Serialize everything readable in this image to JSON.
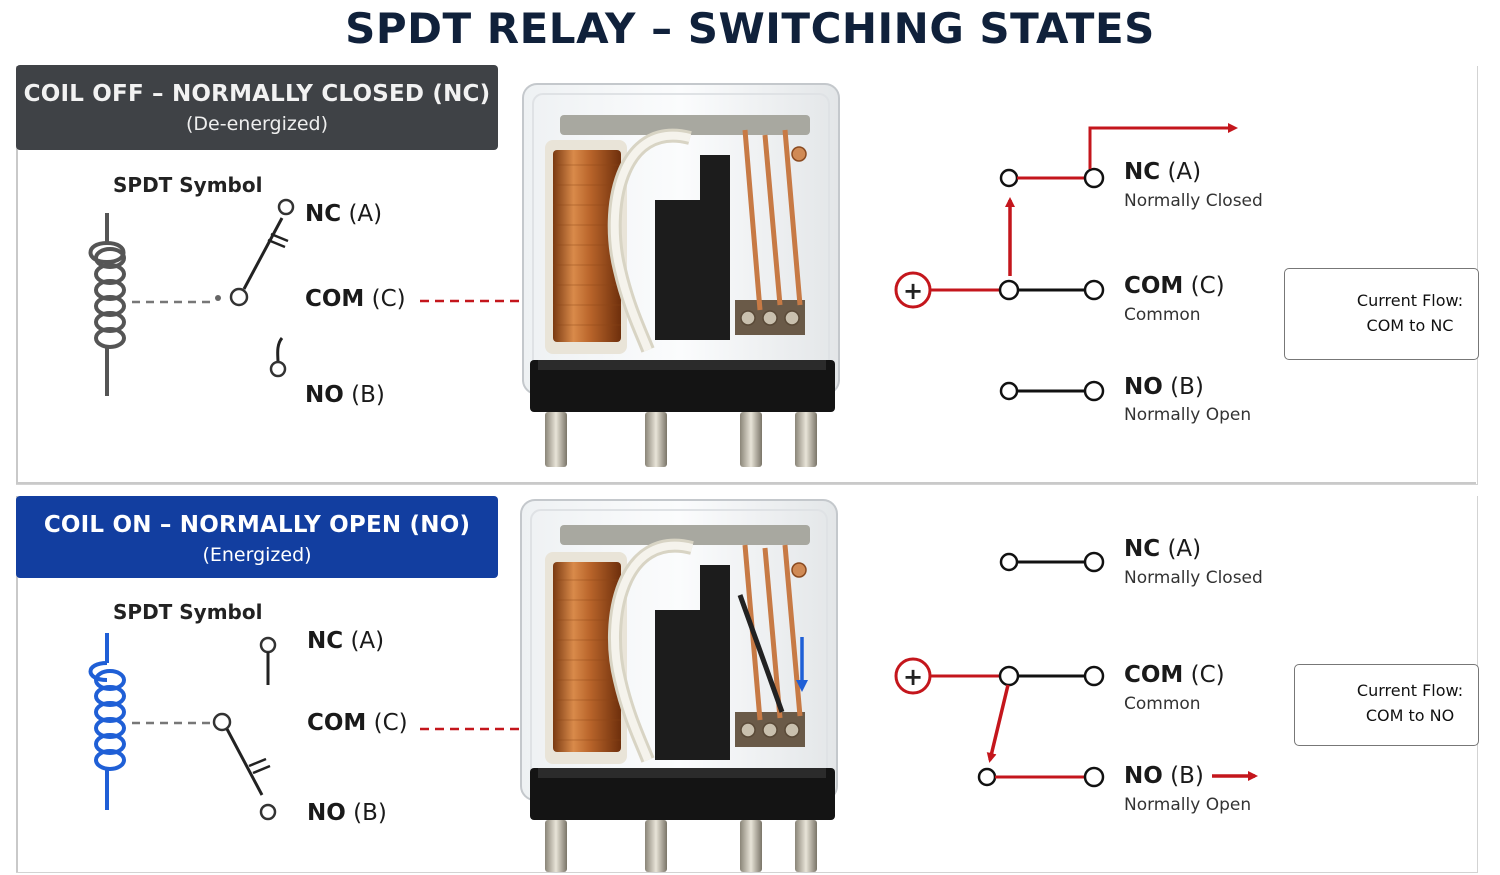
{
  "title": "SPDT RELAY – SWITCHING STATES",
  "states": [
    {
      "header": "COIL OFF – NORMALLY CLOSED (NC)",
      "subheader": "(De-energized)",
      "header_color": "#3f4246",
      "symbol_title": "SPDT Symbol",
      "coil_color": "#555555",
      "terminals": {
        "nc": "NC",
        "nc_id": "(A)",
        "com": "COM",
        "com_id": "(C)",
        "no": "NO",
        "no_id": "(B)"
      },
      "circuit": {
        "nc_name": "NC",
        "nc_id": "(A)",
        "nc_desc": "Normally Closed",
        "com_name": "COM",
        "com_id": "(C)",
        "com_desc": "Common",
        "no_name": "NO",
        "no_id": "(B)",
        "no_desc": "Normally Open",
        "source_symbol": "+"
      },
      "current_flow": {
        "line1": "Current Flow:",
        "line2": "COM to NC"
      }
    },
    {
      "header": "COIL ON – NORMALLY OPEN (NO)",
      "subheader": "(Energized)",
      "header_color": "#123ea0",
      "symbol_title": "SPDT Symbol",
      "coil_color": "#1f5fd6",
      "terminals": {
        "nc": "NC",
        "nc_id": "(A)",
        "com": "COM",
        "com_id": "(C)",
        "no": "NO",
        "no_id": "(B)"
      },
      "circuit": {
        "nc_name": "NC",
        "nc_id": "(A)",
        "nc_desc": "Normally Closed",
        "com_name": "COM",
        "com_id": "(C)",
        "com_desc": "Common",
        "no_name": "NO",
        "no_id": "(B)",
        "no_desc": "Normally Open",
        "source_symbol": "+"
      },
      "current_flow": {
        "line1": "Current Flow:",
        "line2": "COM to NO"
      }
    }
  ],
  "colors": {
    "flow": "#c4161c",
    "wire": "#111111",
    "title": "#10213b",
    "energized_arrow": "#1f5fd6"
  }
}
